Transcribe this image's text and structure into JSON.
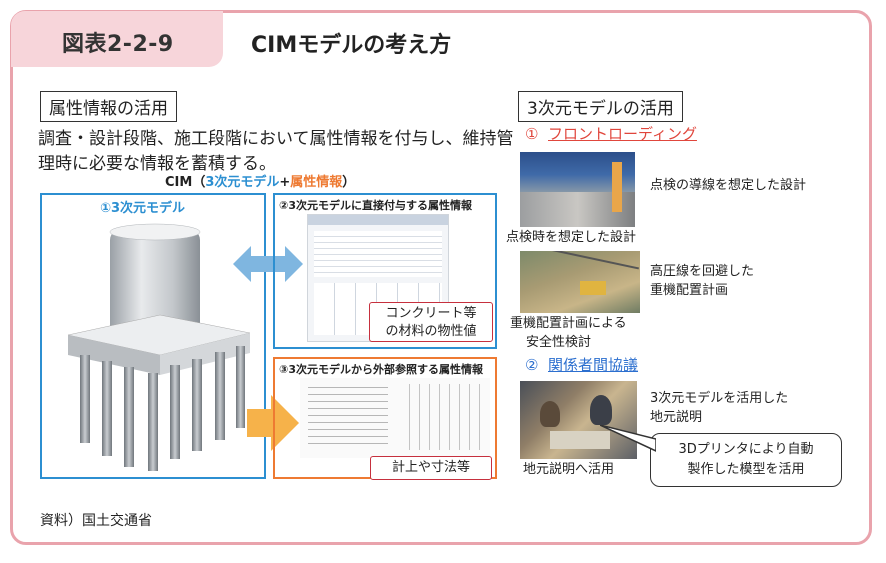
{
  "figure": {
    "number": "図表2-2-9",
    "title": "CIMモデルの考え方"
  },
  "left": {
    "heading": "属性情報の活用",
    "description": "調査・設計段階、施工段階において属性情報を付与し、維持管理時に必要な情報を蓄積する。",
    "cim_prefix": "CIM（",
    "cim_model": "3次元モデル",
    "cim_plus": "+",
    "cim_attr": "属性情報",
    "cim_suffix": "）",
    "panel1_title": "①3次元モデル",
    "panel2_title": "②3次元モデルに直接付与する属性情報",
    "panel2_callout": "コンクリート等の材料の物性値",
    "panel3_title": "③3次元モデルから外部参照する属性情報",
    "panel3_callout": "計上や寸法等"
  },
  "right": {
    "heading": "3次元モデルの活用",
    "section1": {
      "marker": "①",
      "title": "フロントローディング"
    },
    "photo1_caption_right": "点検の導線を想定した設計",
    "photo1_caption_below": "点検時を想定した設計",
    "photo2_caption_right_1": "高圧線を回避した",
    "photo2_caption_right_2": "重機配置計画",
    "photo2_caption_below_1": "重機配置計画による",
    "photo2_caption_below_2": "安全性検討",
    "section2": {
      "marker": "②",
      "title": "関係者間協議"
    },
    "photo3_caption_right_1": "3次元モデルを活用した",
    "photo3_caption_right_2": "地元説明",
    "photo3_caption_below": "地元説明へ活用",
    "callout_1": "3Dプリンタにより自動",
    "callout_2": "製作した模型を活用"
  },
  "source": "資料）国土交通省",
  "colors": {
    "frame": "#e9a3ac",
    "tag": "#f7d5da",
    "blue": "#2c8fd1",
    "orange": "#ee7a32",
    "red": "#e0463c"
  }
}
